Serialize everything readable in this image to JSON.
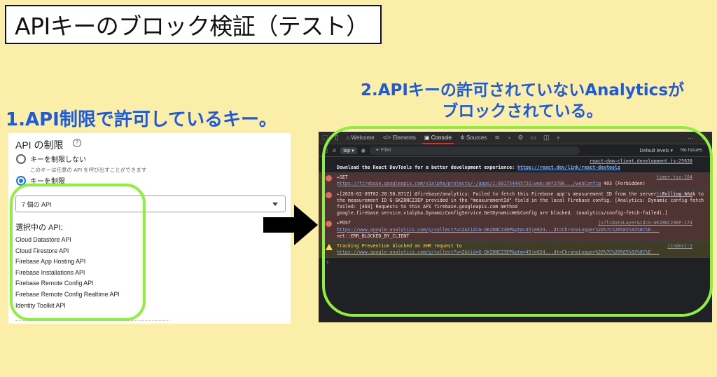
{
  "title": "APIキーのブロック検証（テスト）",
  "heading_left": "1.API制限で許可しているキー。",
  "heading_right": {
    "line1": "2.APIキーの許可されていないAnalyticsが",
    "line2": "ブロックされている。"
  },
  "restrictions": {
    "title": "API の制限",
    "help_icon": "?",
    "option_none": "キーを制限しない",
    "option_none_sub": "このキーは任意の API を呼び出すことができます",
    "option_restrict": "キーを制限",
    "select_value": "7 個の API",
    "selected_title": "選択中の API:",
    "apis": [
      "Cloud Datastore API",
      "Cloud Firestore API",
      "Firebase App Hosting API",
      "Firebase Installations API",
      "Firebase Remote Config API",
      "Firebase Remote Config Realtime API",
      "Identity Toolkit API"
    ]
  },
  "devtools": {
    "tabs": {
      "welcome": "Welcome",
      "elements": "Elements",
      "console": "Console",
      "sources": "Sources"
    },
    "context": "top ▾",
    "filter_placeholder": "Filter",
    "levels": "Default levels ▾",
    "issues": "No Issues",
    "messages": {
      "m0_src": "react-dom-client.development.js:25630",
      "m0_text": "Download the React DevTools for a better development experience: ",
      "m0_link": "https://react.dev/link/react-devtools",
      "m1_src": "timer.tsx:104",
      "m1_title": "▸GET",
      "m1_link": "https://firebase.googleapis.com/v1alpha/projects/-/apps/1:681754445751:web:a0f3786.../webConfig",
      "m1_status": " 403 (Forbidden)",
      "m2_src": "timer.tsx:104",
      "m2_text": "▸[2026-02-09T02:28:58.871Z]  @firebase/analytics: Failed to fetch this Firebase app's measurement ID from the server. Falling back to the measurement ID G-GKZ8NC23EP provided in the \"measurementId\" field in the local Firebase config. [Analytics: Dynamic config fetch failed: [403] Requests to this API firebase.googleapis.com method google.firebase.service.v1alpha.DynamicConfigService.GetDynamicWebConfig are blocked. (analytics/config-fetch-failed).]",
      "m3_src": "js?l=dataLayer&id=G-GKZ8NC23EP:174",
      "m3_title": "▸POST",
      "m3_link": "https://www.google-analytics.com/g/collect?v=2&tid=G-GKZ8NC23EP&gtm=45je624...dt=ChronoLogger%20%7C%20%E5%92%8C%E...",
      "m3_error": "net::ERR_BLOCKED_BY_CLIENT",
      "m4_src": "(index):1",
      "m4_text": "Tracking Prevention blocked an XHR request to",
      "m4_link": "https://www.google-analytics.com/g/collect?v=2&tid=G-GKZ8NC23EP&gtm=45je624...dt=ChronoLogger%20%7C%20%E5%92%8C%E..."
    },
    "prompt": "›"
  },
  "colors": {
    "background": "#fbeea8",
    "heading": "#1e5bd8",
    "highlight": "#8df03a",
    "error_bg": "#4e3534",
    "warn_bg": "#413c26"
  }
}
